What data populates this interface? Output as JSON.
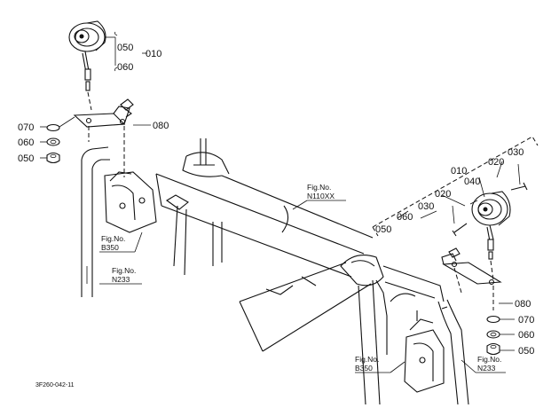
{
  "parts": {
    "upper_left": {
      "p050": "050",
      "p060": "060",
      "p010": "010",
      "p070": "070",
      "p060b": "060",
      "p050b": "050",
      "p080": "080"
    },
    "right": {
      "p010": "010",
      "p020a": "020",
      "p030a": "030",
      "p040": "040",
      "p020b": "020",
      "p030b": "030",
      "p060": "060",
      "p050": "050",
      "p080": "080",
      "p070": "070",
      "p060b": "060",
      "p050b": "050"
    }
  },
  "fig_refs": {
    "n110xx_line1": "Fig.No.",
    "n110xx_line2": "N110XX",
    "b350a_line1": "Fig.No.",
    "b350a_line2": "B350",
    "n233a_line1": "Fig.No.",
    "n233a_line2": "N233",
    "b350b_line1": "Fig.No.",
    "b350b_line2": "B350",
    "n233b_line1": "Fig.No.",
    "n233b_line2": "N233"
  },
  "caption": "3F260-042-11"
}
